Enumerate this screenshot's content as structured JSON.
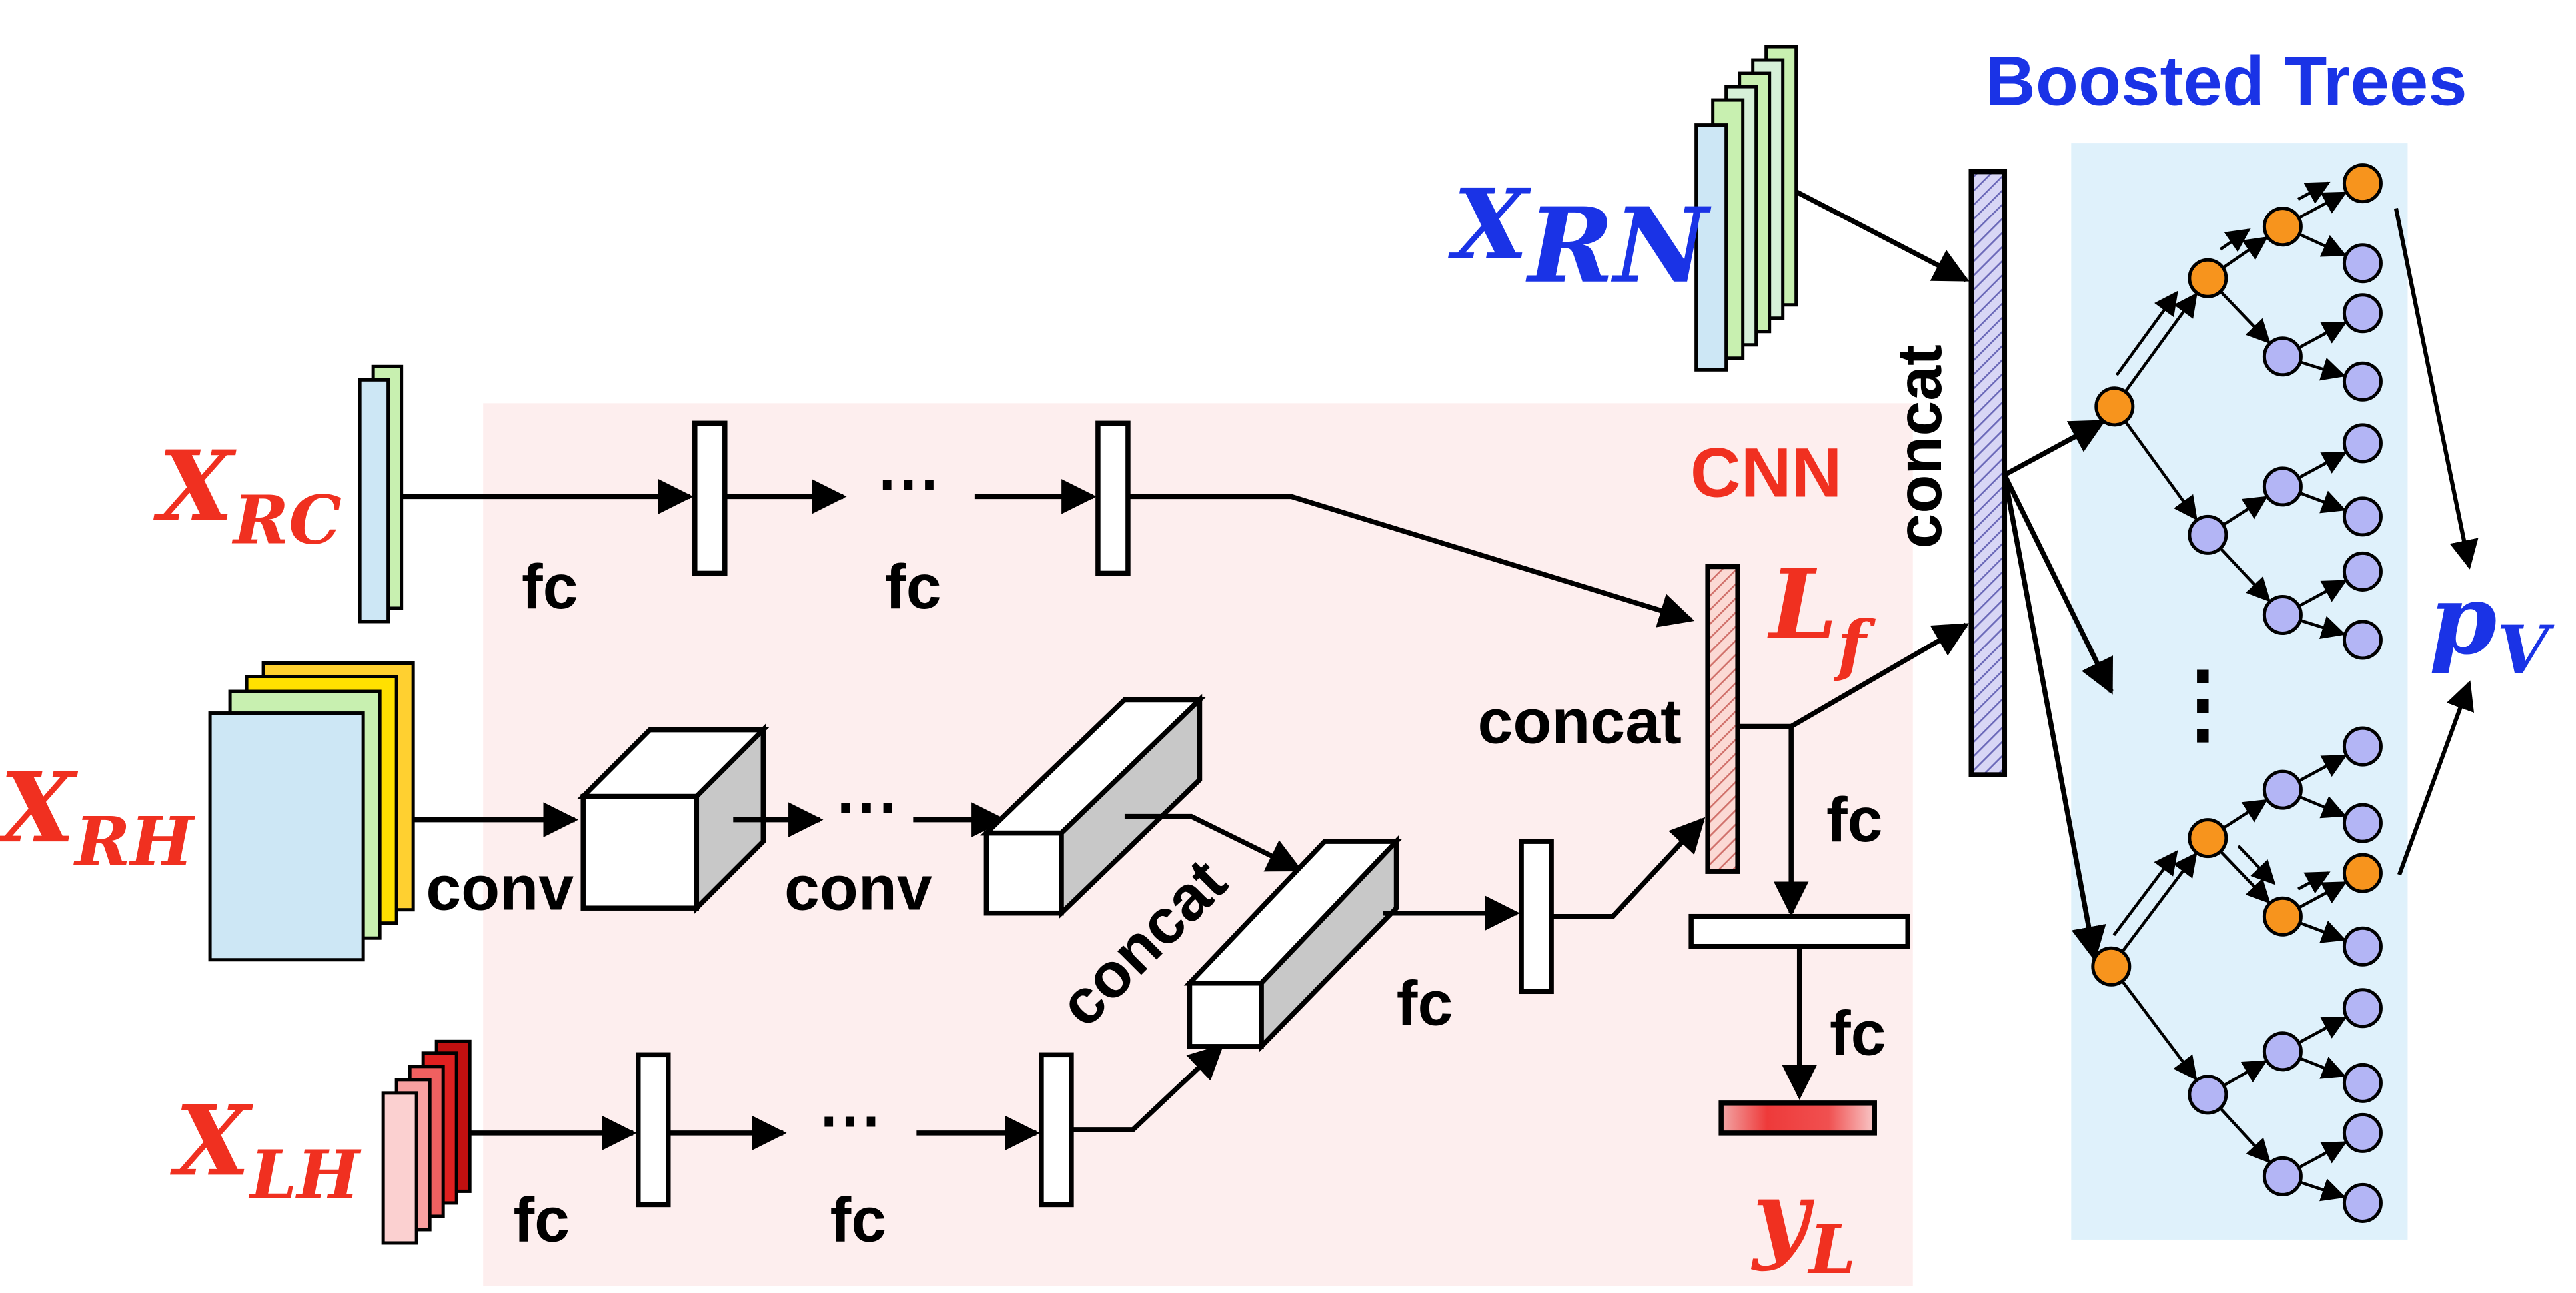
{
  "titles": {
    "boosted_trees": "Boosted Trees",
    "cnn": "CNN"
  },
  "symbols": {
    "x_rn": {
      "main": "X",
      "sub": "RN"
    },
    "x_rc": {
      "main": "X",
      "sub": "RC"
    },
    "x_rh": {
      "main": "X",
      "sub": "RH"
    },
    "x_lh": {
      "main": "X",
      "sub": "LH"
    },
    "l_f": {
      "main": "L",
      "sub": "f"
    },
    "y_l": {
      "main": "y",
      "sub": "L"
    },
    "p_v": {
      "main": "p",
      "sub": "V"
    }
  },
  "labels": {
    "fc": "fc",
    "conv": "conv",
    "concat": "concat",
    "ellipsis": "⋯",
    "vertical_ellipsis": "⋮"
  },
  "colors": {
    "red_label": "#f03020",
    "blue_label": "#1a33e6",
    "cnn_bg": "#fdeeee",
    "trees_bg": "#dff1fb",
    "orange_node": "#f7941d",
    "purple_node": "#b3b5f5"
  }
}
